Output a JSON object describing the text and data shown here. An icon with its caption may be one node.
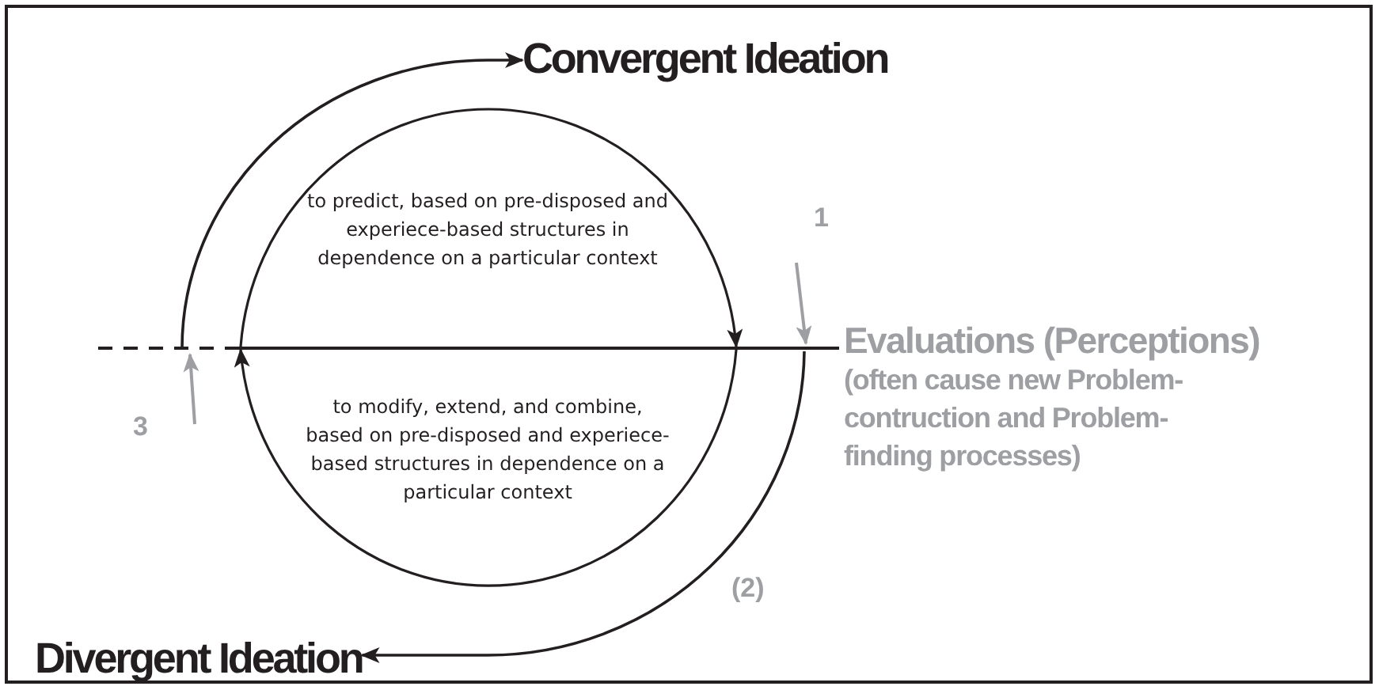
{
  "diagram": {
    "nodes": [
      {
        "text": [
          "Convergent Ideation"
        ]
      },
      {
        "text": [
          "to predict, based on pre-disposed and experiece-based structures in dependence on a particular context"
        ]
      },
      {
        "text": [
          "to modify, extend, and combine, based on pre-disposed and experiece-based structures in dependence on a particular context"
        ]
      },
      {
        "text": [
          "Evaluations (Perceptions)",
          "(often cause new Problem-contruction and Problem-finding processes)"
        ]
      },
      {
        "text": [
          "Divergent Ideation"
        ]
      }
    ],
    "edges": [
      {
        "from": null,
        "to": 0,
        "arrow": "to"
      },
      {
        "from": null,
        "to": 4,
        "arrow": "to"
      }
    ],
    "labels": [
      "1",
      "3",
      "(2)"
    ]
  }
}
